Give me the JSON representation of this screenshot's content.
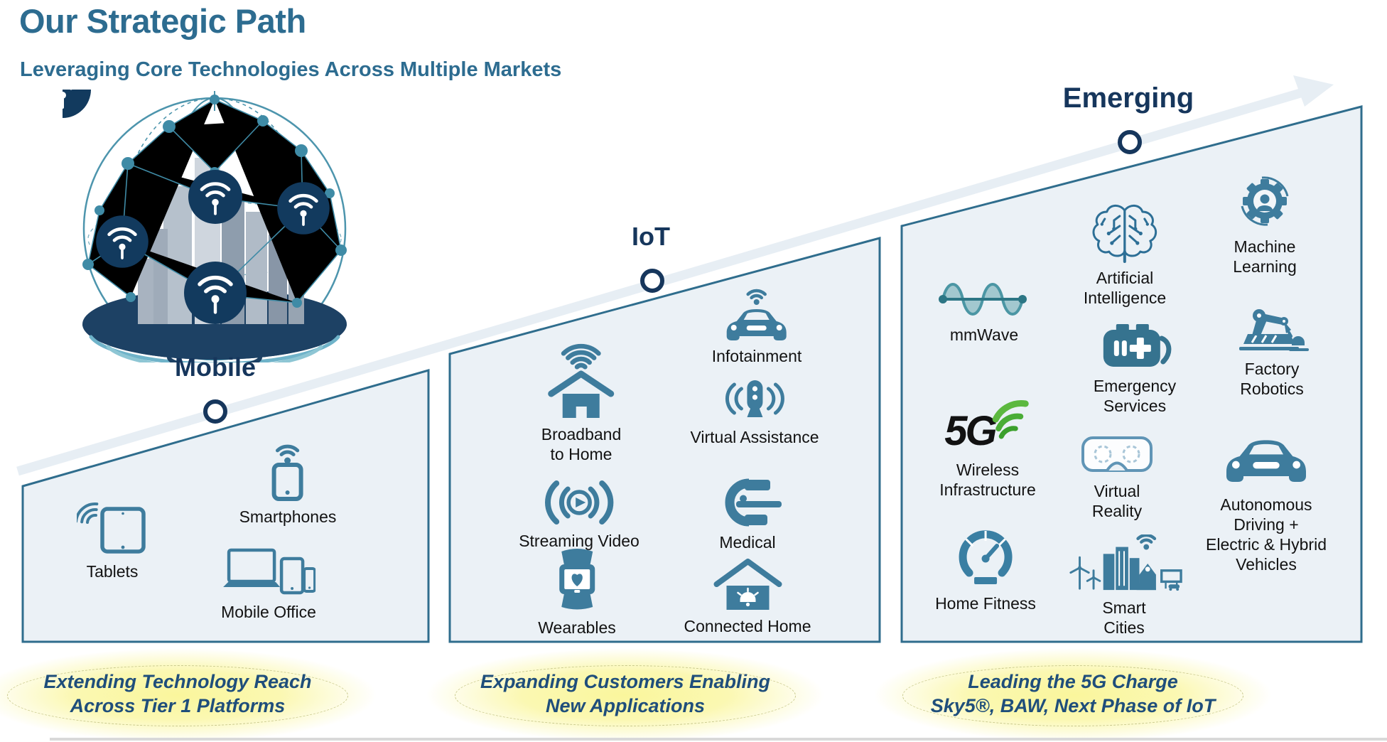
{
  "page": {
    "title": "Our Strategic Path",
    "subtitle": "Leveraging Core Technologies Across Multiple Markets"
  },
  "colors": {
    "heading": "#2d6c90",
    "section_navy": "#16365c",
    "panel_fill": "#ebf1f6",
    "panel_border": "#2f6d8d",
    "icon_blue": "#3e7c9d",
    "caption_text": "#1f4e7b",
    "caption_glow": "#fbf8b2",
    "fiveg_green": "#4aad36",
    "arrow_band": "#e7eef4"
  },
  "sections": {
    "mobile": {
      "label": "Mobile",
      "items": {
        "tablets": {
          "icon": "tablet-wifi-icon",
          "lines": [
            "Tablets"
          ]
        },
        "smartphones": {
          "icon": "smartphone-wifi-icon",
          "lines": [
            "Smartphones"
          ]
        },
        "mobile_office": {
          "icon": "laptop-devices-icon",
          "lines": [
            "Mobile Office"
          ]
        }
      },
      "caption": {
        "lines": [
          "Extending Technology Reach",
          "Across Tier 1 Platforms"
        ]
      }
    },
    "iot": {
      "label": "IoT",
      "items": {
        "broadband": {
          "icon": "house-wifi-icon",
          "lines": [
            "Broadband",
            "to Home"
          ]
        },
        "infotainment": {
          "icon": "car-wifi-icon",
          "lines": [
            "Infotainment"
          ]
        },
        "virtual_assistance": {
          "icon": "smart-speaker-icon",
          "lines": [
            "Virtual Assistance"
          ]
        },
        "streaming_video": {
          "icon": "play-broadcast-icon",
          "lines": [
            "Streaming Video"
          ]
        },
        "medical": {
          "icon": "mri-scanner-icon",
          "lines": [
            "Medical"
          ]
        },
        "wearables": {
          "icon": "smartwatch-heart-icon",
          "lines": [
            "Wearables"
          ]
        },
        "connected_home": {
          "icon": "house-alarm-icon",
          "lines": [
            "Connected Home"
          ]
        }
      },
      "caption": {
        "lines": [
          "Expanding Customers Enabling",
          "New Applications"
        ]
      }
    },
    "emerging": {
      "label": "Emerging",
      "items": {
        "mmwave": {
          "icon": "sine-wave-icon",
          "lines": [
            "mmWave"
          ]
        },
        "ai": {
          "icon": "circuit-brain-icon",
          "lines": [
            "Artificial",
            "Intelligence"
          ]
        },
        "ml": {
          "icon": "gear-person-icon",
          "lines": [
            "Machine",
            "Learning"
          ]
        },
        "emergency": {
          "icon": "first-aid-kit-icon",
          "lines": [
            "Emergency",
            "Services"
          ]
        },
        "factory": {
          "icon": "robot-arm-icon",
          "lines": [
            "Factory",
            "Robotics"
          ]
        },
        "wireless_infra": {
          "icon": "fiveg-logo",
          "logo": "5G",
          "lines": [
            "Wireless",
            "Infrastructure"
          ]
        },
        "vr": {
          "icon": "vr-headset-icon",
          "lines": [
            "Virtual",
            "Reality"
          ]
        },
        "autonomous": {
          "icon": "car-icon",
          "lines": [
            "Autonomous",
            "Driving +",
            "Electric & Hybrid",
            "Vehicles"
          ]
        },
        "home_fitness": {
          "icon": "gauge-icon",
          "lines": [
            "Home Fitness"
          ]
        },
        "smart_cities": {
          "icon": "smart-city-icon",
          "lines": [
            "Smart",
            "Cities"
          ]
        }
      },
      "caption": {
        "lines": [
          "Leading the 5G Charge",
          "Sky5®, BAW, Next Phase of IoT"
        ]
      }
    }
  }
}
